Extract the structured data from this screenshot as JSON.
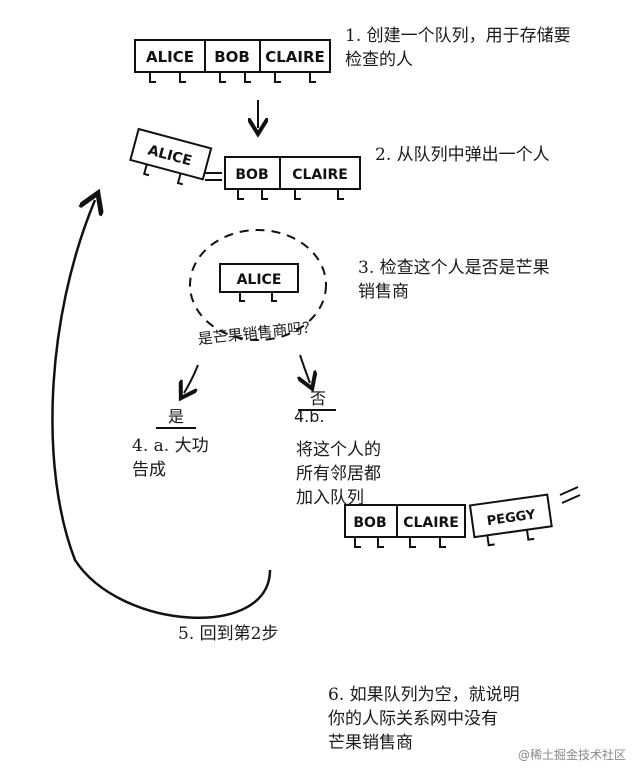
{
  "steps": {
    "s1": "1. 创建一个队列，用于存储要\n检查的人",
    "s2": "2. 从队列中弹出一个人",
    "s3": "3. 检查这个人是否是芒果\n销售商",
    "question": "是芒果销售商吗？",
    "yes_label": "是",
    "s4a": "4. a. 大功\n告成",
    "no_prefix": "4.b.",
    "no_label": "否",
    "s4b": "将这个人的\n所有邻居都\n加入队列",
    "s5": "5. 回到第2步",
    "s6": "6. 如果队列为空，就说明\n你的人际关系网中没有\n芒果销售商"
  },
  "people": {
    "alice": "ALICE",
    "bob": "BOB",
    "claire": "CLAIRE",
    "peggy": "PEGGY"
  },
  "watermark": "@稀土掘金技术社区"
}
